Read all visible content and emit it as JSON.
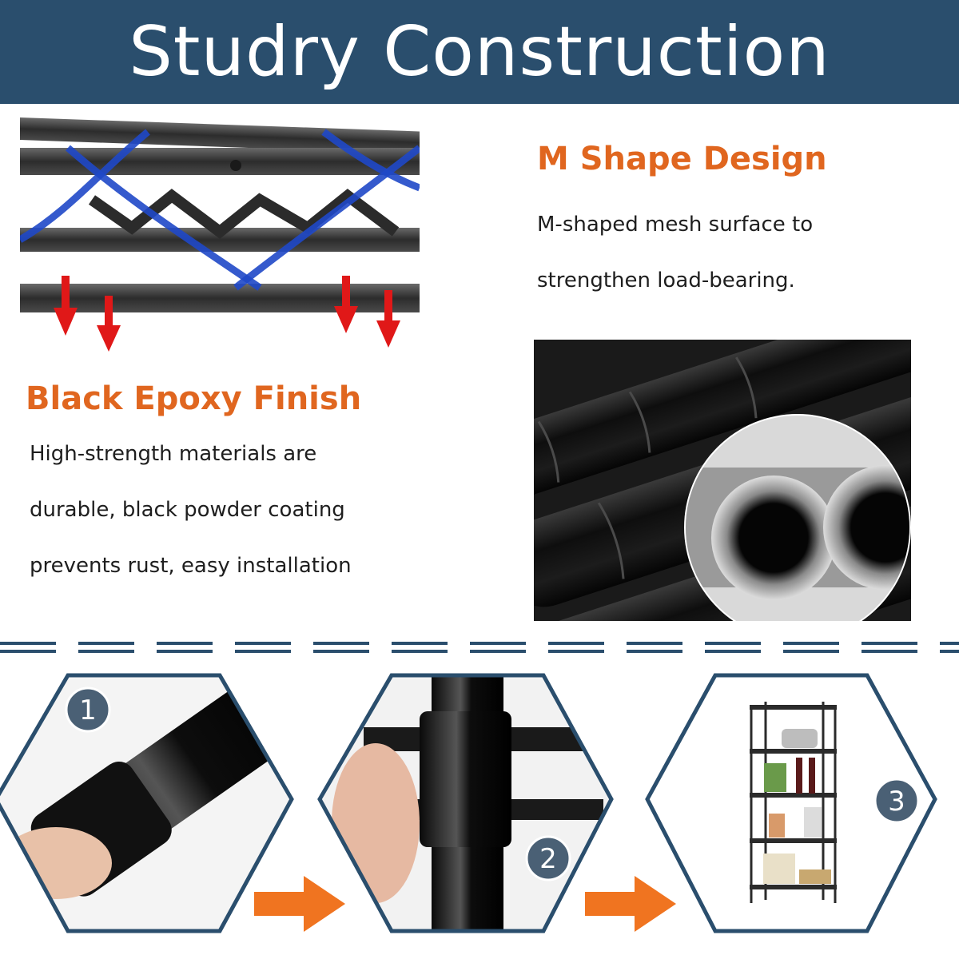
{
  "banner": {
    "title": "Studry Construction"
  },
  "m_shape": {
    "heading": "M Shape Design",
    "lines": [
      "M-shaped mesh surface to",
      "strengthen load-bearing."
    ]
  },
  "epoxy": {
    "heading": "Black Epoxy Finish",
    "lines": [
      "High-strength materials are",
      "durable, black powder coating",
      "prevents rust, easy installation"
    ]
  },
  "steps": {
    "numbers": [
      "1",
      "2",
      "3"
    ]
  },
  "colors": {
    "banner": "#2a4e6d",
    "accent": "#e0661f",
    "divider": "#2a4e6d",
    "arrow_red": "#e01818"
  }
}
